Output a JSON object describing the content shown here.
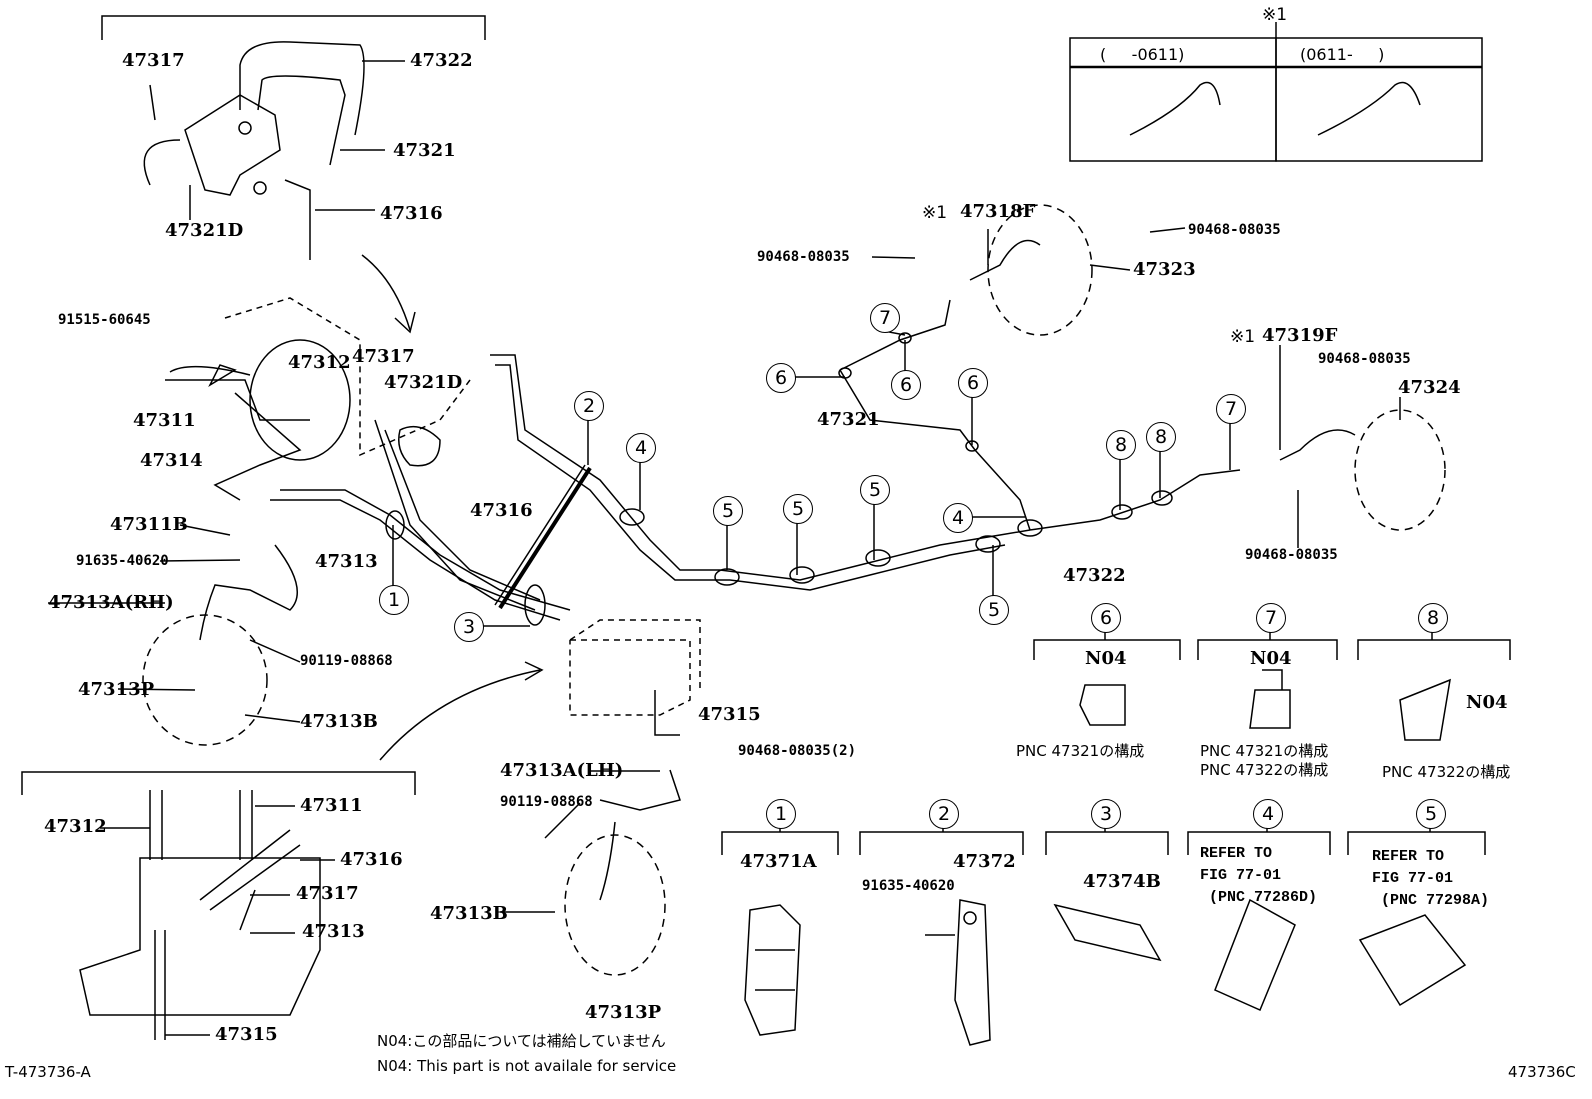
{
  "top_right_box": {
    "marker": "※1",
    "col1": "(     -0611)",
    "col2": "(0611-     )"
  },
  "parts": {
    "p47317_a": "47317",
    "p47322_a": "47322",
    "p47321_a": "47321",
    "p47321D_a": "47321D",
    "p47316_a": "47316",
    "p91515": "91515-60645",
    "p47312_a": "47312",
    "p47317_b": "47317",
    "p47321D_b": "47321D",
    "p47311_a": "47311",
    "p47314": "47314",
    "p47311B": "47311B",
    "p47316_b": "47316",
    "p47313_a": "47313",
    "p91635_a": "91635-40620",
    "p47313A_RH": "47313A(RH)",
    "p90119_a": "90119-08868",
    "p47313P_a": "47313P",
    "p47313B_a": "47313B",
    "p47315_a": "47315",
    "p90468_2": "90468-08035(2)",
    "p47313A_LH": "47313A(LH)",
    "p90119_b": "90119-08868",
    "p47313B_b": "47313B",
    "p47313P_b": "47313P",
    "p47312_b": "47312",
    "p47311_b": "47311",
    "p47316_c": "47316",
    "p47317_c": "47317",
    "p47313_b": "47313",
    "p47315_b": "47315",
    "p47318F": "47318F",
    "p90468_a": "90468-08035",
    "p90468_b": "90468-08035",
    "p47323": "47323",
    "p47319F": "47319F",
    "p90468_c": "90468-08035",
    "p47324": "47324",
    "p90468_d": "90468-08035",
    "p47321_b": "47321",
    "p47322_b": "47322",
    "mark1": "※1",
    "mark2": "※1"
  },
  "circled": [
    "1",
    "2",
    "3",
    "4",
    "4",
    "5",
    "5",
    "5",
    "5",
    "6",
    "6",
    "6",
    "7",
    "7",
    "8",
    "8"
  ],
  "details": [
    {
      "num": "1",
      "label": "47371A"
    },
    {
      "num": "2",
      "label": "47372",
      "sub": "91635-40620"
    },
    {
      "num": "3",
      "label": "47374B"
    },
    {
      "num": "4",
      "label": "REFER TO\nFIG 77-01\n (PNC 77286D)"
    },
    {
      "num": "5",
      "label": "REFER TO\nFIG 77-01\n (PNC 77298A)"
    },
    {
      "num": "6",
      "label": "N04",
      "caption": "PNC 47321の構成"
    },
    {
      "num": "7",
      "label": "N04",
      "caption": "PNC 47321の構成\nPNC 47322の構成"
    },
    {
      "num": "8",
      "label": "N04",
      "caption": "PNC 47322の構成"
    }
  ],
  "notes": {
    "jp": "N04:この部品については補給していません",
    "en": "N04: This part is not availale for service"
  },
  "footer": {
    "left": "T-473736-A",
    "right": "473736C"
  }
}
